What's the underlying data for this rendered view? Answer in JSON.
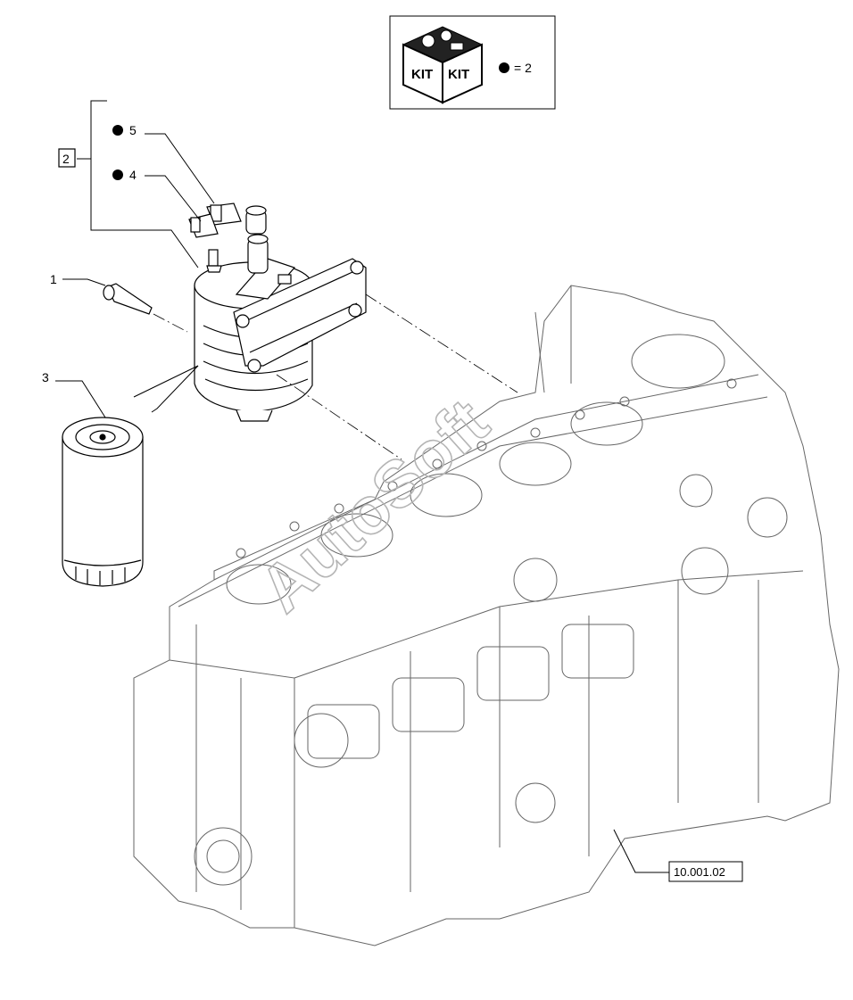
{
  "kit": {
    "legend_box_text": "KIT",
    "equals_value": "= 2"
  },
  "callouts": {
    "item_1": "1",
    "item_2": "2",
    "item_3": "3",
    "item_4": "4",
    "item_5": "5"
  },
  "reference": {
    "label": "10.001.02"
  },
  "watermark": {
    "text": "AutoSoft"
  }
}
